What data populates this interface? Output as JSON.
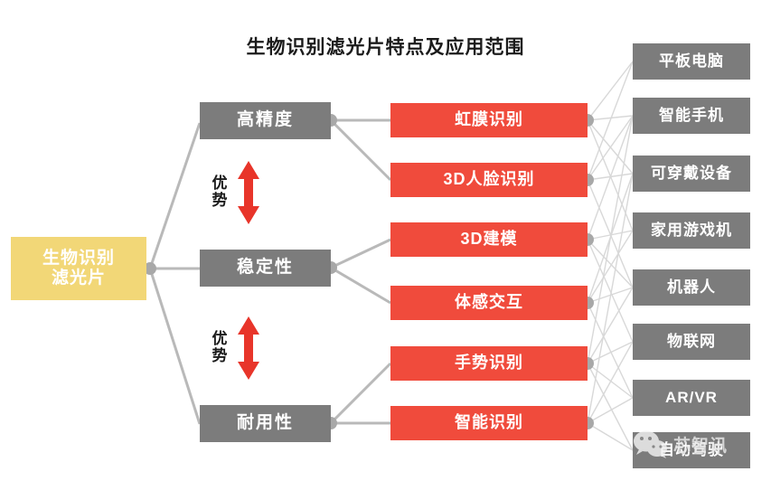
{
  "title": "生物识别滤光片特点及应用范围",
  "root": {
    "line1": "生物识别",
    "line2": "滤光片",
    "color": "#f2d777"
  },
  "features": [
    {
      "label": "高精度",
      "color": "#7c7c7c"
    },
    {
      "label": "稳定性",
      "color": "#7c7c7c"
    },
    {
      "label": "耐用性",
      "color": "#7c7c7c"
    }
  ],
  "advantages": [
    {
      "label_line1": "优",
      "label_line2": "势",
      "arrow_color": "#e8352a"
    },
    {
      "label_line1": "优",
      "label_line2": "势",
      "arrow_color": "#e8352a"
    }
  ],
  "functions": [
    {
      "label": "虹膜识别",
      "color": "#f04b3c"
    },
    {
      "label": "3D人脸识别",
      "color": "#f04b3c"
    },
    {
      "label": "3D建模",
      "color": "#f04b3c"
    },
    {
      "label": "体感交互",
      "color": "#f04b3c"
    },
    {
      "label": "手势识别",
      "color": "#f04b3c"
    },
    {
      "label": "智能识别",
      "color": "#f04b3c"
    }
  ],
  "applications": [
    {
      "label": "平板电脑",
      "color": "#7c7c7c"
    },
    {
      "label": "智能手机",
      "color": "#7c7c7c"
    },
    {
      "label": "可穿戴设备",
      "color": "#7c7c7c"
    },
    {
      "label": "家用游戏机",
      "color": "#7c7c7c"
    },
    {
      "label": "机器人",
      "color": "#7c7c7c"
    },
    {
      "label": "物联网",
      "color": "#7c7c7c"
    },
    {
      "label": "AR/VR",
      "color": "#7c7c7c"
    },
    {
      "label": "自动驾驶",
      "color": "#7c7c7c"
    }
  ],
  "watermark": {
    "text": "芯智讯",
    "icon": "wechat-logo"
  },
  "palette": {
    "connector": "#b9b9b9",
    "connector_light": "#d8d8d8",
    "node_dot": "#a8a8a8",
    "background": "#ffffff",
    "title_color": "#1b1b1b"
  }
}
